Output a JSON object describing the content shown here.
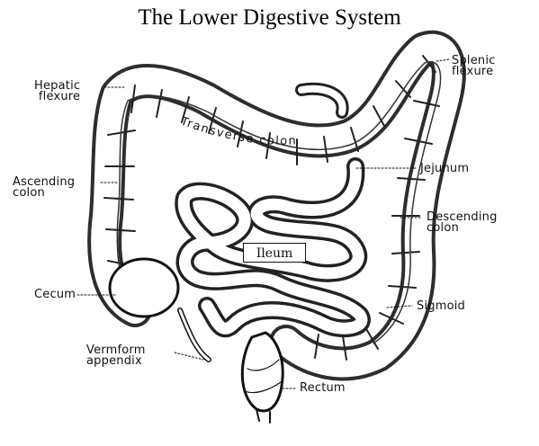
{
  "title": "The Lower Digestive System",
  "labels": {
    "hepatic_flexure": "Hepatic\nflexure",
    "splenic_flexure": "Splenic\nflexure",
    "transverse_colon": "Transverse colon",
    "jejunum": "Jejunum",
    "ascending_colon": "Ascending\ncolon",
    "descending_colon": "Descending\ncolon",
    "ileum": "Ileum",
    "cecum": "Cecum",
    "sigmoid": "Sigmoid",
    "vermiform_appendix": "Vermform\nappendix",
    "rectum": "Rectum"
  },
  "colors": {
    "ink": "#111111",
    "background": "#ffffff"
  }
}
